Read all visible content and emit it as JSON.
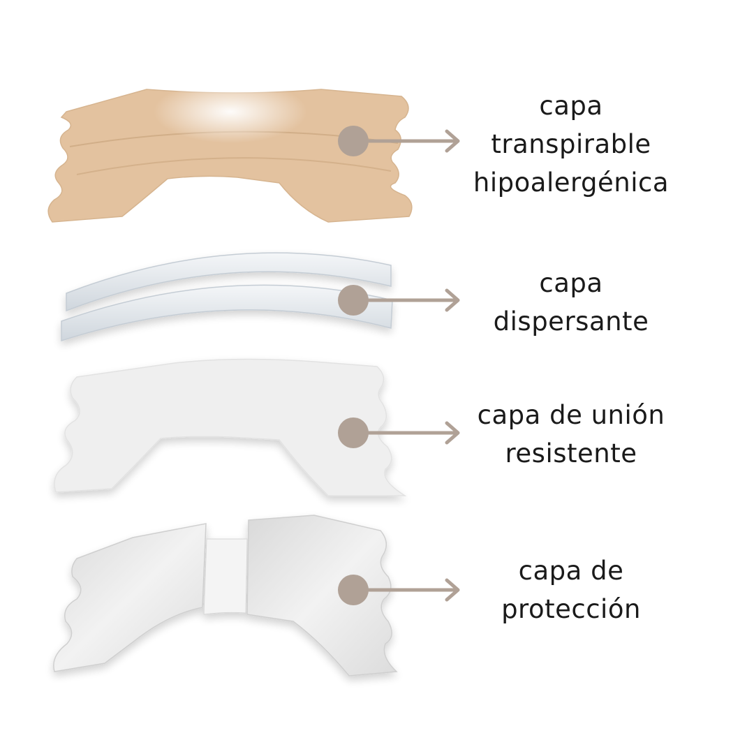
{
  "layers": [
    {
      "id": "breathable",
      "lines": [
        "capa",
        "transpirable",
        "hipoalergénica"
      ],
      "color": "#e3c29f"
    },
    {
      "id": "dispersing",
      "lines": [
        "capa",
        "dispersante"
      ],
      "color": "#dfe3e8"
    },
    {
      "id": "bonding",
      "lines": [
        "capa de unión",
        "resistente"
      ],
      "color": "#eeeeee"
    },
    {
      "id": "protection",
      "lines": [
        "capa de",
        "protección"
      ],
      "color": "#e6e6e6"
    }
  ],
  "pointer_color": "#b0a196"
}
